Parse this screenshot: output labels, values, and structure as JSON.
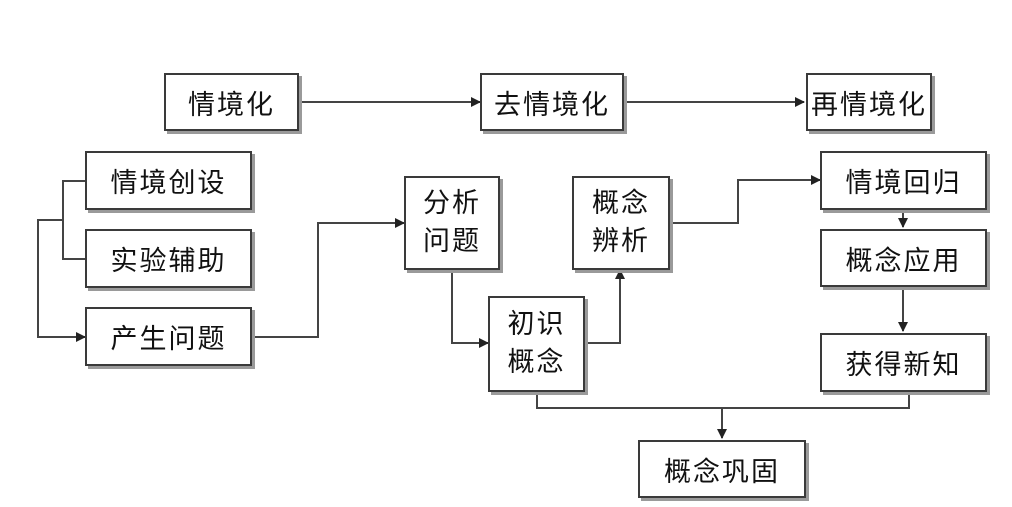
{
  "stages": {
    "s1": "情境化",
    "s2": "去情境化",
    "s3": "再情境化"
  },
  "steps": {
    "create": "情境创设",
    "assist": "实验辅助",
    "problem": "产生问题",
    "analyze": [
      "分析",
      "问题"
    ],
    "identify": [
      "初识",
      "概念"
    ],
    "distinguish": [
      "概念",
      "辨析"
    ],
    "return": "情境回归",
    "apply": "概念应用",
    "gain": "获得新知",
    "consolidate": "概念巩固"
  }
}
